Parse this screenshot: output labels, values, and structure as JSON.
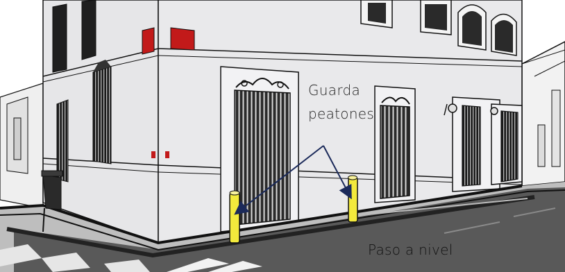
{
  "labels": {
    "bollards_line1": "Guarda",
    "bollards_line2": "peatones",
    "level_crossing": "Paso a nivel"
  },
  "colors": {
    "wall": "#e9e9eb",
    "wall_shadow": "#d2d2d6",
    "street": "#595959",
    "sidewalk": "#c9c9c9",
    "sign_red": "#c21a1a",
    "bollard_yellow": "#f3ea3c",
    "arrow_navy": "#1b2a5a",
    "ink": "#111111"
  },
  "icons": {
    "bollard": "yellow-post",
    "sign": "red-wall-sign",
    "arrow": "annotation-arrow"
  }
}
